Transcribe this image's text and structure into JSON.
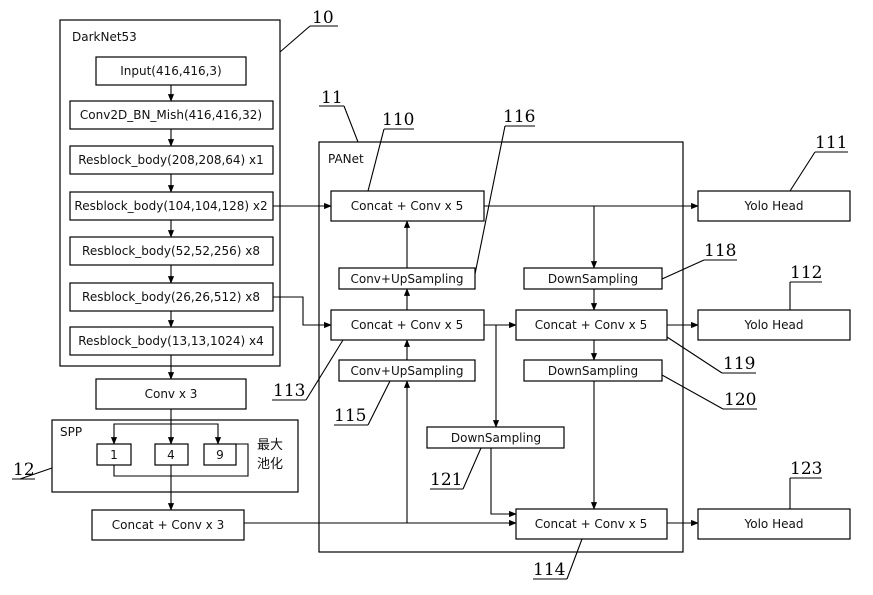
{
  "darknet": {
    "title": "DarkNet53",
    "input": "Input(416,416,3)",
    "conv_bn_mish": "Conv2D_BN_Mish(416,416,32)",
    "res1": "Resblock_body(208,208,64) x1",
    "res2": "Resblock_body(104,104,128) x2",
    "res3": "Resblock_body(52,52,256) x8",
    "res4": "Resblock_body(26,26,512) x8",
    "res5": "Resblock_body(13,13,1024) x4"
  },
  "conv3": "Conv x 3",
  "spp": {
    "title": "SPP",
    "k1": "1",
    "k2": "4",
    "k3": "9",
    "maxpool_line1": "最大",
    "maxpool_line2": "池化"
  },
  "concat_conv3": "Concat + Conv x 3",
  "panet": {
    "title": "PANet",
    "concat_top": "Concat + Conv x 5",
    "concat_mid_left": "Concat + Conv x 5",
    "concat_mid_right": "Concat + Conv x 5",
    "concat_bottom": "Concat + Conv x 5",
    "upsample_top": "Conv+UpSampling",
    "upsample_bottom": "Conv+UpSampling",
    "downsample_top": "DownSampling",
    "downsample_mid": "DownSampling",
    "downsample_left": "DownSampling"
  },
  "yolo_heads": [
    "Yolo Head",
    "Yolo Head",
    "Yolo Head"
  ],
  "refs": {
    "r10": "10",
    "r11": "11",
    "r12": "12",
    "r110": "110",
    "r111": "111",
    "r112": "112",
    "r113": "113",
    "r114": "114",
    "r115": "115",
    "r116": "116",
    "r118": "118",
    "r119": "119",
    "r120": "120",
    "r121": "121",
    "r123": "123"
  }
}
